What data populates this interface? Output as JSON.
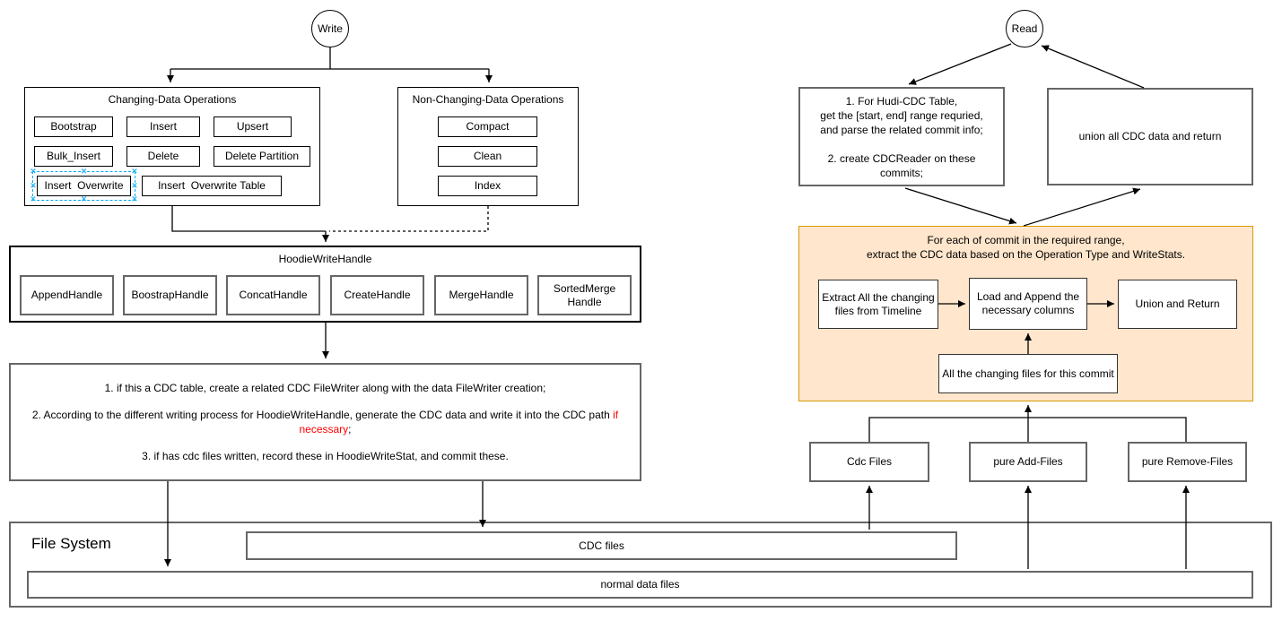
{
  "colors": {
    "process_fill": "#FFE6CC",
    "process_stroke": "#D79B00",
    "highlight_red": "#FF0000",
    "selection_blue": "#29B6F2"
  },
  "write": {
    "label": "Write",
    "changing": {
      "title": "Changing-Data Operations",
      "buttons": [
        "Bootstrap",
        "Insert",
        "Upsert",
        "Bulk_Insert",
        "Delete",
        "Delete Partition",
        "Insert  Overwrite",
        "Insert  Overwrite Table"
      ]
    },
    "non_changing": {
      "title": "Non-Changing-Data Operations",
      "buttons": [
        "Compact",
        "Clean",
        "Index"
      ]
    },
    "hoodie": {
      "title": "HoodieWriteHandle",
      "handles": [
        "AppendHandle",
        "BoostrapHandle",
        "ConcatHandle",
        "CreateHandle",
        "MergeHandle",
        "SortedMerge Handle"
      ]
    },
    "note": {
      "line1": "1. if this a CDC table, create a related CDC FileWriter along with the data FileWriter creation;",
      "line2_prefix": "2. According to the different writing process for HoodieWriteHandle, generate the CDC data and write it into the CDC path ",
      "line2_red": "if necessary",
      "line2_suffix": ";",
      "line3": "3. if has cdc files written, record these in HoodieWriteStat, and commit these."
    }
  },
  "read": {
    "label": "Read",
    "steps_box": {
      "line1": "1. For Hudi-CDC Table,",
      "line2": "get the [start, end] range requried,",
      "line3": "and parse the related commit info;",
      "line4": "2. create CDCReader on these",
      "line5": "commits;"
    },
    "union_box": "union all CDC data and return",
    "process": {
      "title_line1": "For each of commit in the required range,",
      "title_line2": "extract the CDC data based on the Operation Type and WriteStats.",
      "extract": "Extract All the changing files from Timeline",
      "load": "Load and Append the necessary columns",
      "union_return": "Union and Return",
      "all_changing": "All the changing files for this commit"
    },
    "files": [
      "Cdc Files",
      "pure Add-Files",
      "pure Remove-Files"
    ]
  },
  "filesystem": {
    "title": "File System",
    "cdc_bar": "CDC files",
    "normal_bar": "normal data files"
  }
}
